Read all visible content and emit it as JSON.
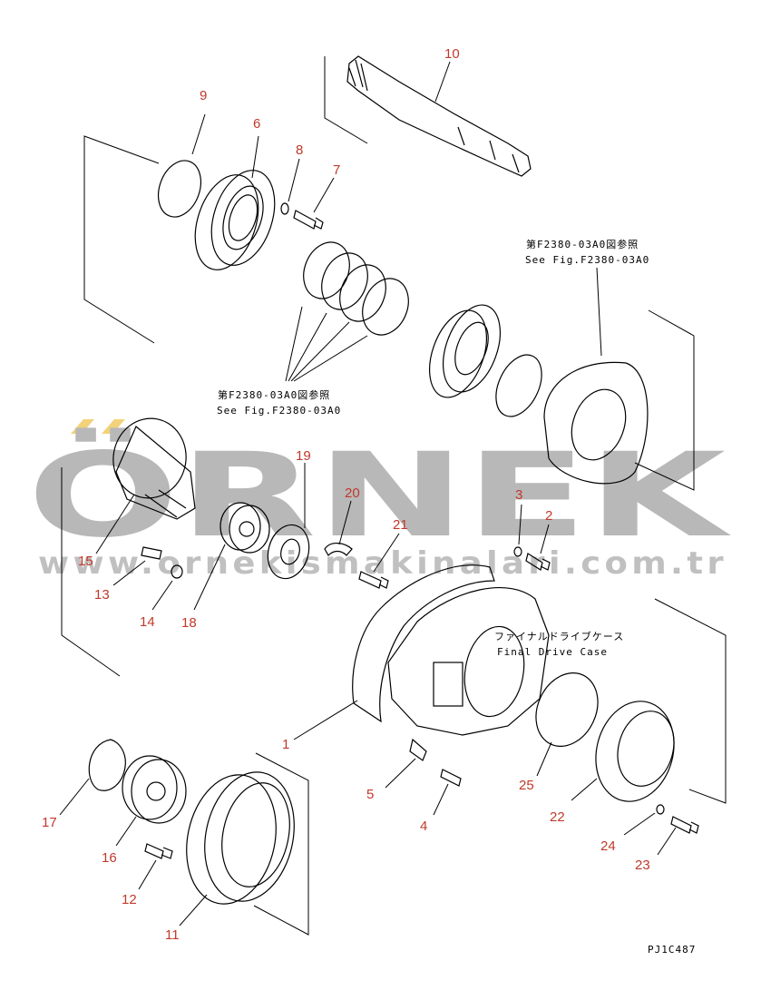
{
  "callouts": [
    "1",
    "2",
    "3",
    "4",
    "5",
    "6",
    "7",
    "8",
    "9",
    "10",
    "11",
    "12",
    "13",
    "14",
    "15",
    "16",
    "17",
    "18",
    "19",
    "20",
    "21",
    "22",
    "23",
    "24",
    "25"
  ],
  "notes": {
    "ref_top_jp": "第F2380-03A0図参照",
    "ref_top_en": "See Fig.F2380-03A0",
    "ref_mid_jp": "第F2380-03A0図参照",
    "ref_mid_en": "See Fig.F2380-03A0",
    "case_jp": "ファイナルドライブケース",
    "case_en": "Final Drive Case"
  },
  "drawing_code": "PJ1C487",
  "watermark": {
    "brand": "ÖRNEK",
    "url": "www.ornekismakinalari.com.tr"
  },
  "colors": {
    "callout": "#c0392b",
    "line": "#000000",
    "watermark": "#b8b8b8",
    "watermark_accent": "#f2d27a"
  }
}
